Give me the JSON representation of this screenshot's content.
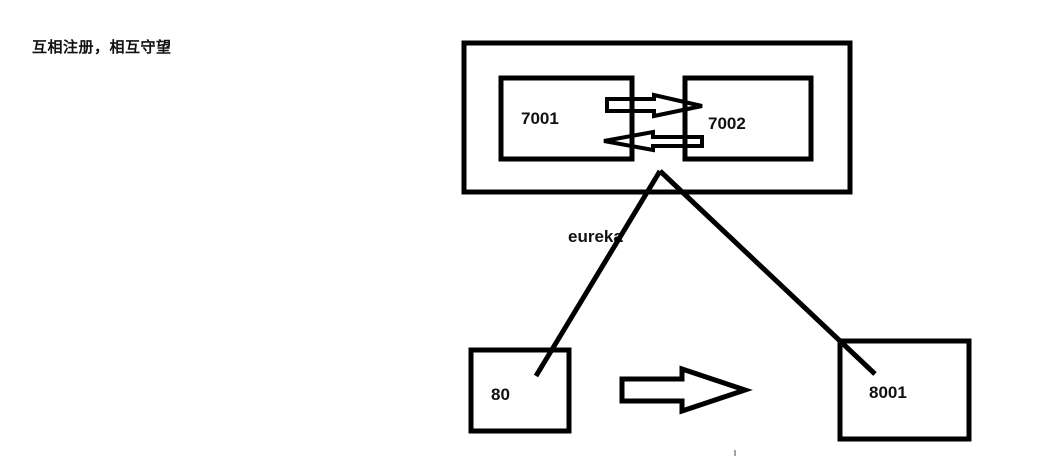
{
  "title": "互相注册，相互守望",
  "nodes": {
    "cluster_label": "eureka",
    "server_a": "7001",
    "server_b": "7002",
    "consumer": "80",
    "provider": "8001"
  },
  "colors": {
    "stroke": "#000000",
    "text": "#111111",
    "background": "#ffffff"
  }
}
